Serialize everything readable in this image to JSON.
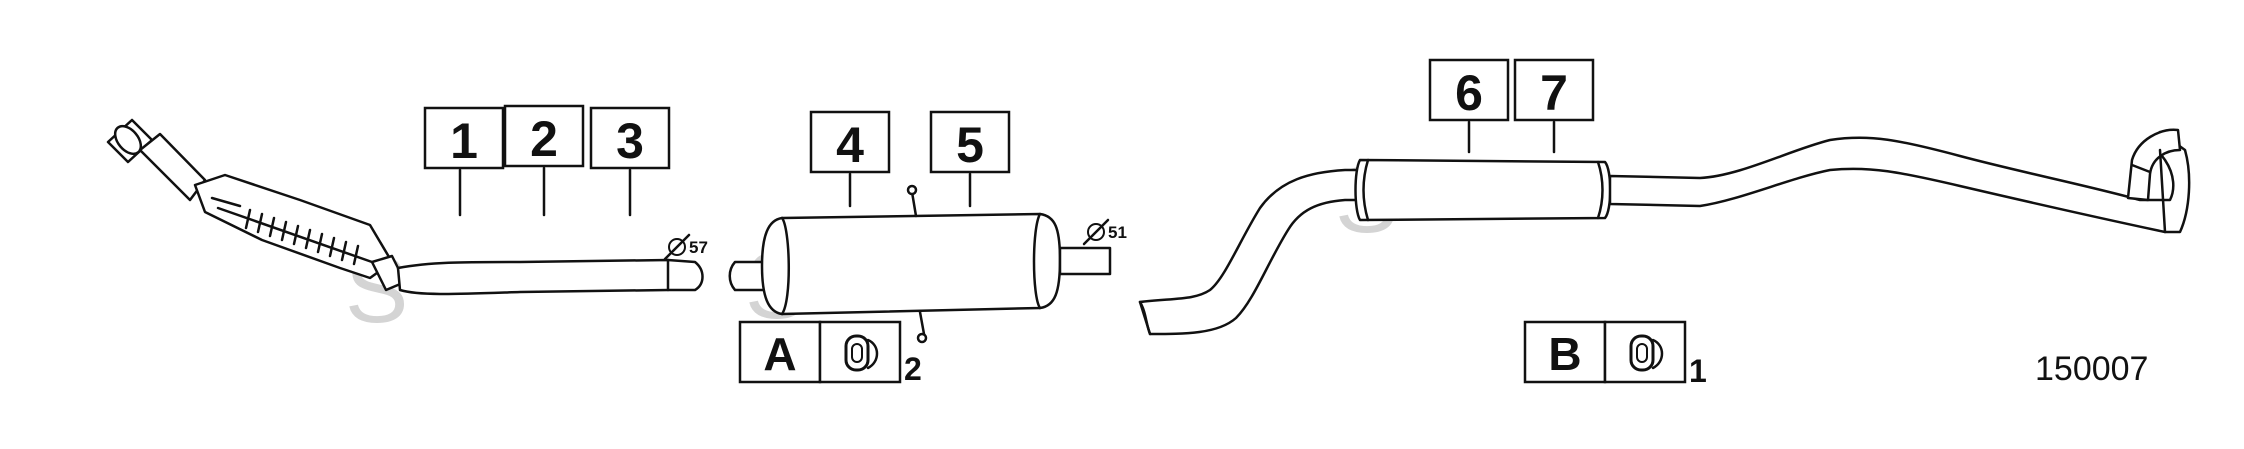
{
  "part_labels": [
    "1",
    "2",
    "3",
    "4",
    "5",
    "6",
    "7"
  ],
  "diameters": {
    "front": "57",
    "middle": "51"
  },
  "clamp_groups": [
    {
      "letter": "A",
      "count": "2"
    },
    {
      "letter": "B",
      "count": "1"
    }
  ],
  "watermark": "S",
  "diagram_code": "150007",
  "colors": {
    "line": "#111111",
    "watermark": "#d4d4d4",
    "background": "#ffffff"
  }
}
